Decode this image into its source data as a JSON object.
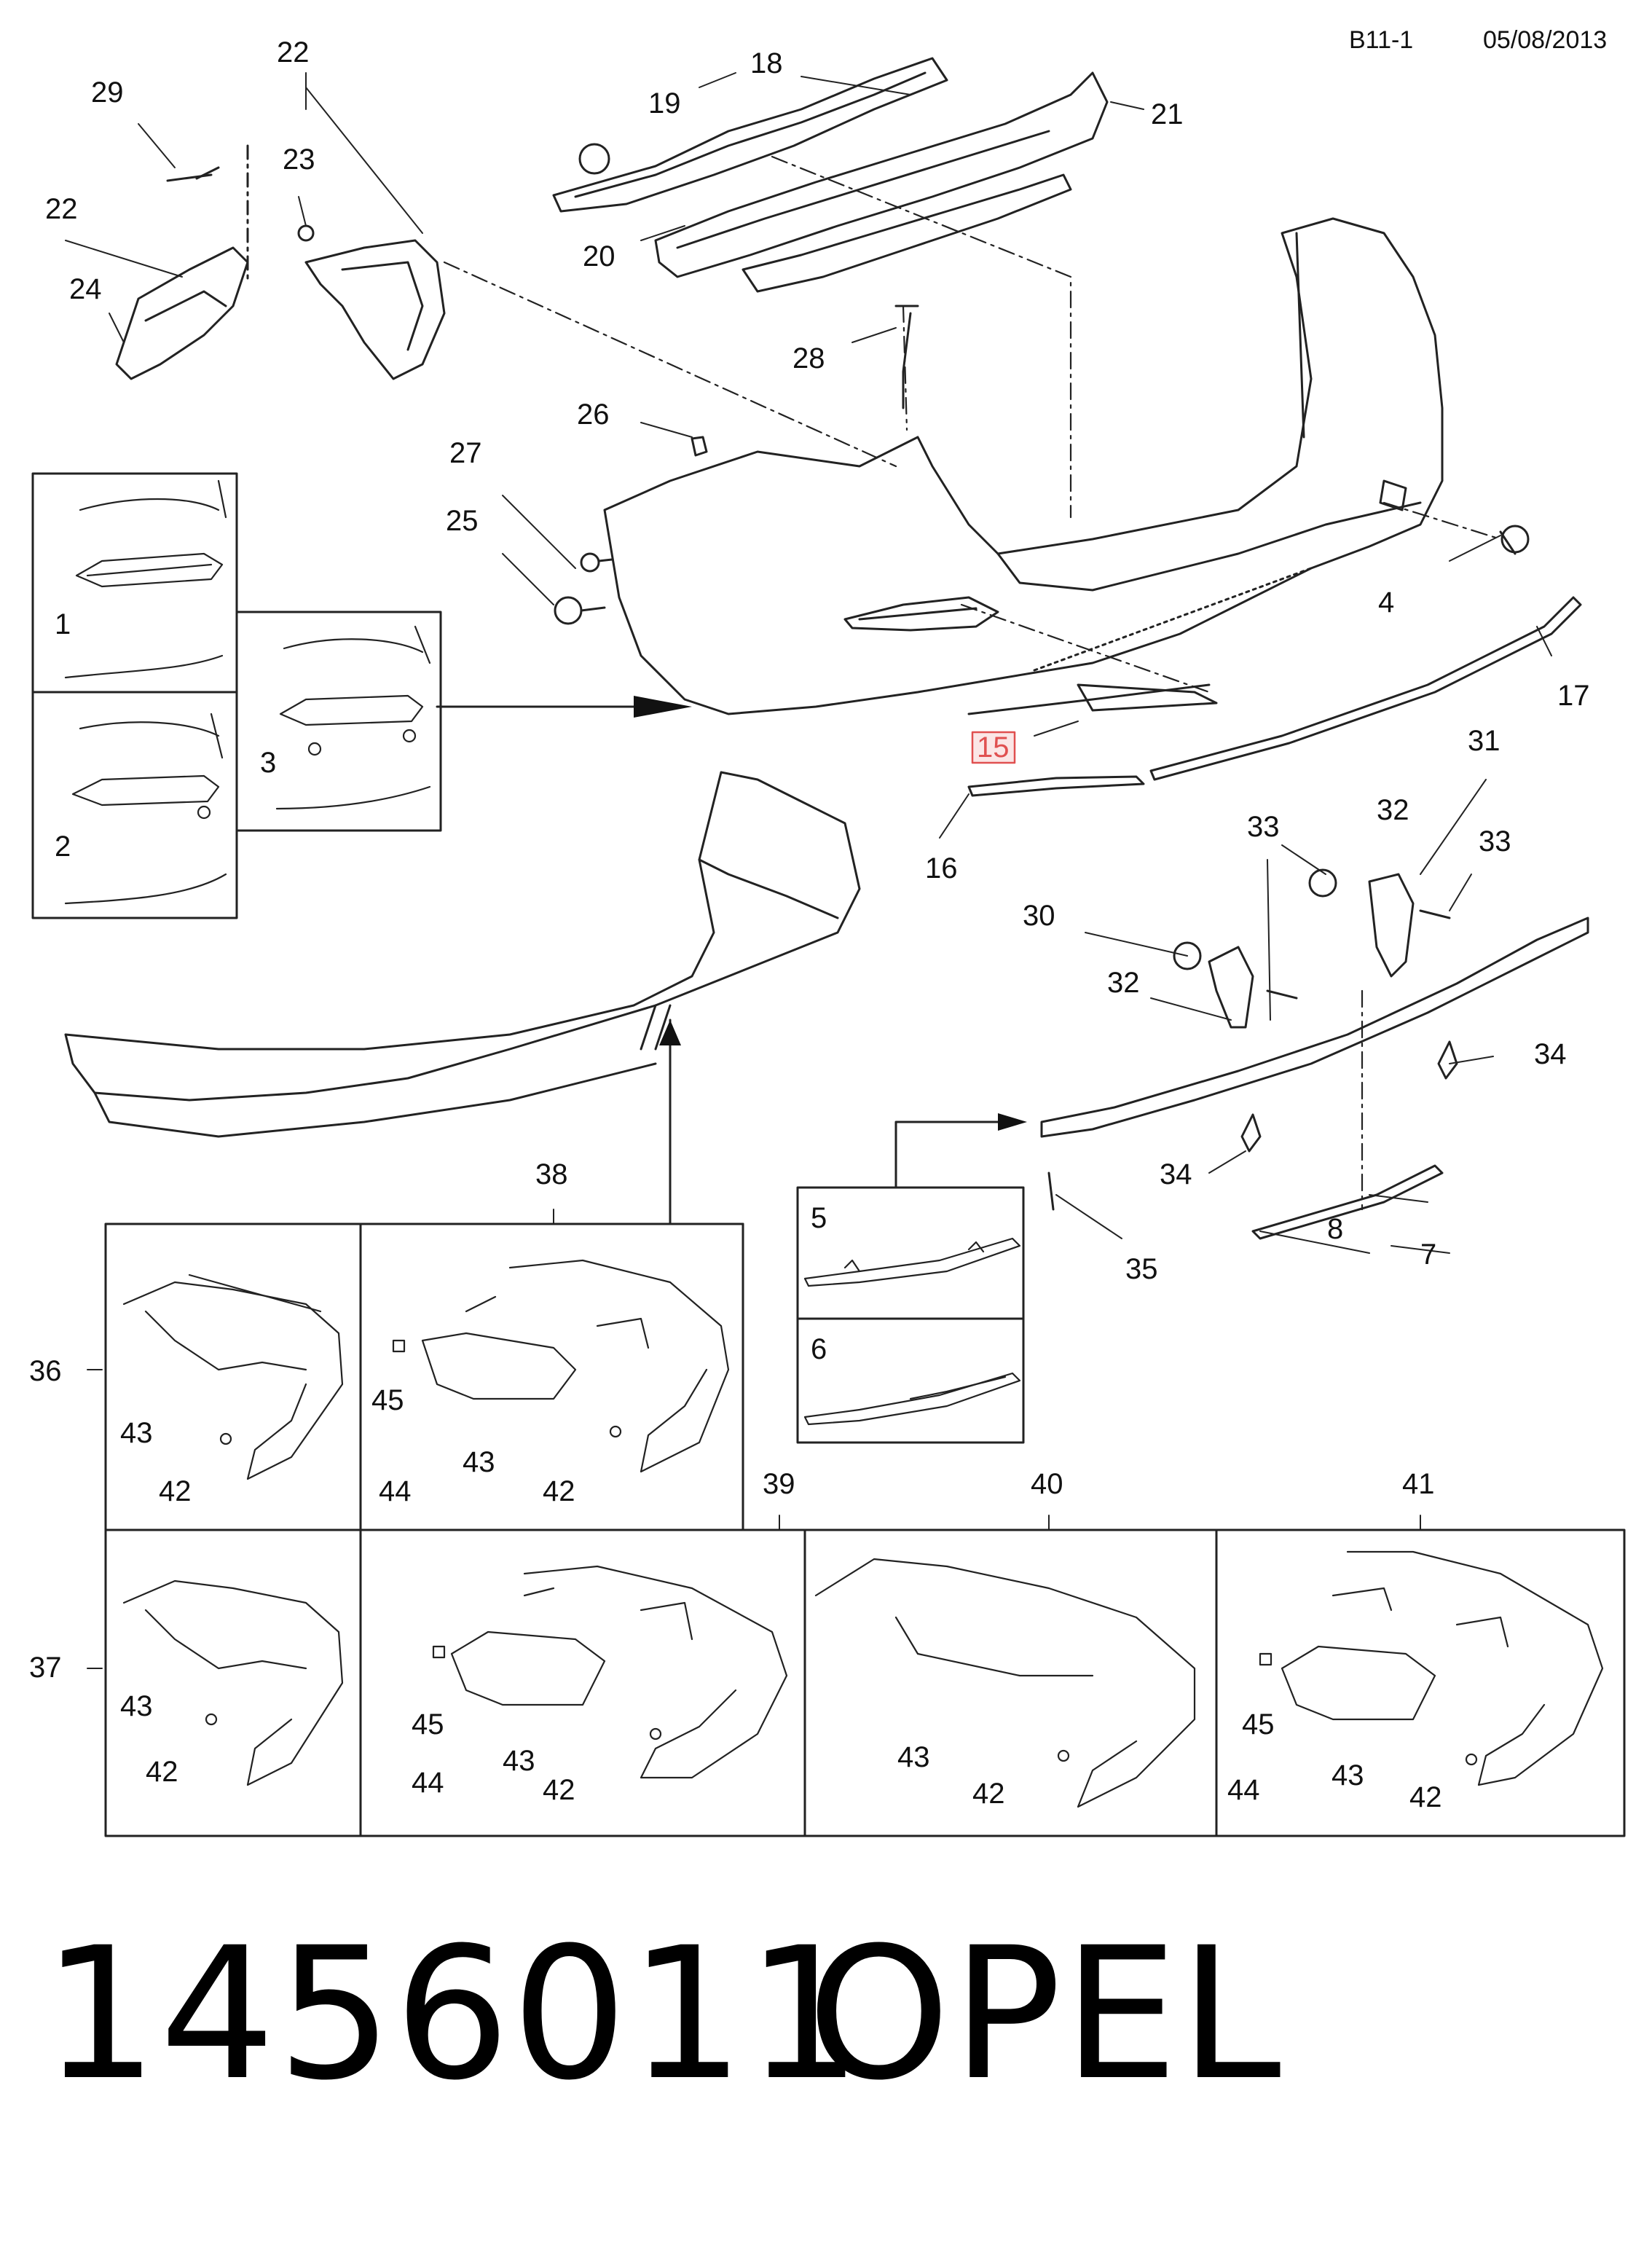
{
  "header": {
    "code": "B11-1",
    "date": "05/08/2013"
  },
  "footer": {
    "part_number": "1456011",
    "brand": "OPEL"
  },
  "highlight_color": "#e05050",
  "callouts": [
    {
      "id": "c18",
      "label": "18"
    },
    {
      "id": "c19",
      "label": "19"
    },
    {
      "id": "c21",
      "label": "21"
    },
    {
      "id": "c20",
      "label": "20"
    },
    {
      "id": "c29",
      "label": "29"
    },
    {
      "id": "c22a",
      "label": "22"
    },
    {
      "id": "c23",
      "label": "23"
    },
    {
      "id": "c22b",
      "label": "22"
    },
    {
      "id": "c24",
      "label": "24"
    },
    {
      "id": "c28",
      "label": "28"
    },
    {
      "id": "c26",
      "label": "26"
    },
    {
      "id": "c27",
      "label": "27"
    },
    {
      "id": "c25",
      "label": "25"
    },
    {
      "id": "c4",
      "label": "4"
    },
    {
      "id": "c17",
      "label": "17"
    },
    {
      "id": "c15",
      "label": "15",
      "highlight": true
    },
    {
      "id": "c16",
      "label": "16"
    },
    {
      "id": "c31",
      "label": "31"
    },
    {
      "id": "c32a",
      "label": "32"
    },
    {
      "id": "c33a",
      "label": "33"
    },
    {
      "id": "c33b",
      "label": "33"
    },
    {
      "id": "c30",
      "label": "30"
    },
    {
      "id": "c32b",
      "label": "32"
    },
    {
      "id": "c34a",
      "label": "34"
    },
    {
      "id": "c34b",
      "label": "34"
    },
    {
      "id": "c35",
      "label": "35"
    },
    {
      "id": "c8",
      "label": "8"
    },
    {
      "id": "c7",
      "label": "7"
    },
    {
      "id": "c38",
      "label": "38"
    },
    {
      "id": "c36",
      "label": "36"
    },
    {
      "id": "c37",
      "label": "37"
    },
    {
      "id": "c39",
      "label": "39"
    },
    {
      "id": "c40",
      "label": "40"
    },
    {
      "id": "c41",
      "label": "41"
    }
  ],
  "inset_labels": [
    {
      "id": "i1",
      "label": "1"
    },
    {
      "id": "i2",
      "label": "2"
    },
    {
      "id": "i3",
      "label": "3"
    },
    {
      "id": "i5",
      "label": "5"
    },
    {
      "id": "i6",
      "label": "6"
    }
  ],
  "panel_labels": [
    {
      "panel": "36",
      "items": [
        "43",
        "42"
      ]
    },
    {
      "panel": "38",
      "items": [
        "45",
        "44",
        "43",
        "42"
      ]
    },
    {
      "panel": "37",
      "items": [
        "43",
        "42"
      ]
    },
    {
      "panel": "39",
      "items": [
        "45",
        "44",
        "43",
        "42"
      ]
    },
    {
      "panel": "40",
      "items": [
        "43",
        "42"
      ]
    },
    {
      "panel": "41",
      "items": [
        "45",
        "44",
        "43",
        "42"
      ]
    }
  ]
}
